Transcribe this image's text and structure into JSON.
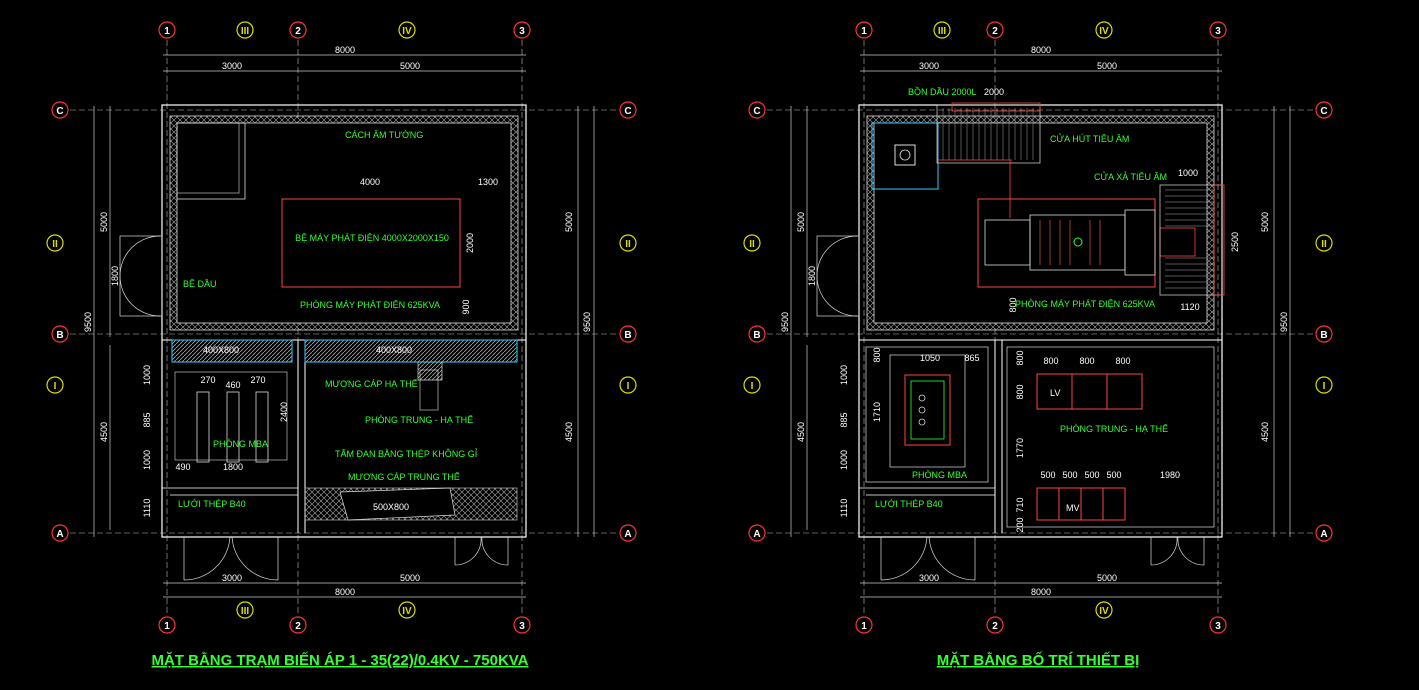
{
  "plan_left": {
    "title": "MẶT BẰNG TRẠM BIẾN ÁP 1 - 35(22)/0.4KV - 750KVA",
    "labels": {
      "wall": "CÁCH ÂM TƯỜNG",
      "base": "BỆ MÁY PHÁT ĐIỆN 4000X2000X150",
      "oil_tank": "BỂ DẦU",
      "gen_room": "PHÒNG MÁY PHÁT ĐIỆN 625KVA",
      "trench1": "400X800",
      "trench2": "400X800",
      "lv_trench": "MƯƠNG CÁP HẠ THẾ",
      "mv_lv_room": "PHÒNG TRUNG -  HẠ THẾ",
      "mba_room": "PHÒNG MBA",
      "steel_plate": "TẤM ĐAN BẰNG THÉP KHÔNG GỈ",
      "mv_trench": "MƯƠNG CÁP TRUNG THẾ",
      "trench3": "500X800",
      "grid": "LƯỚI THÉP B40"
    },
    "dims": {
      "top_total": "8000",
      "top_a": "3000",
      "top_b": "5000",
      "bot_total": "8000",
      "bot_a": "3000",
      "bot_b": "5000",
      "left_total": "9500",
      "left_upper": "5000",
      "left_lower": "4500",
      "door": "1800",
      "l1": "1000",
      "l2": "885",
      "l3": "1000",
      "l4": "1110",
      "right_total": "9500",
      "right_upper": "5000",
      "right_lower": "4500",
      "base_w": "4000",
      "base_gap": "1300",
      "base_h": "2000",
      "base_off": "900",
      "mba_a": "270",
      "mba_b": "460",
      "mba_c": "270",
      "mba_d": "490",
      "mba_e": "1800",
      "mba_f": "2400"
    }
  },
  "plan_right": {
    "title": "MẶT BẰNG BỐ TRÍ THIẾT BỊ",
    "labels": {
      "oil_tank": "BỒN DẦU 2000L",
      "intake": "CỬA HÚT TIÊU ÂM",
      "exhaust": "CỬA XẢ TIÊU ÂM",
      "gen_room": "PHÒNG MÁY PHÁT ĐIỆN 625KVA",
      "mba_room": "PHÒNG MBA",
      "mv_lv_room": "PHÒNG TRUNG -  HẠ THẾ",
      "lv": "LV",
      "mv": "MV",
      "grid": "LƯỚI THÉP B40"
    },
    "dims": {
      "top_total": "8000",
      "top_a": "3000",
      "top_b": "5000",
      "bot_total": "8000",
      "bot_a": "3000",
      "bot_b": "5000",
      "left_total": "9500",
      "left_upper": "5000",
      "left_lower": "4500",
      "door": "1800",
      "l1": "1000",
      "l2": "885",
      "l3": "1000",
      "l4": "1110",
      "right_total": "9500",
      "right_upper": "5000",
      "right_lower": "4500",
      "tank": "2000",
      "exh": "1000",
      "exh_h": "2500",
      "exh_w": "1120",
      "gen_off": "800",
      "m1": "800",
      "m2": "1710",
      "m3": "1050",
      "m4": "865",
      "lv_a": "800",
      "lv_b": "800",
      "lv_c": "800",
      "lv_h1": "800",
      "lv_h2": "800",
      "lv_h3": "1770",
      "mv_a": "500",
      "mv_b": "500",
      "mv_c": "500",
      "mv_d": "500",
      "mv_e": "1980",
      "mv_h1": "710",
      "mv_h2": "200"
    }
  },
  "grid_ids": {
    "c1": "1",
    "c2": "2",
    "c3": "3",
    "c4": "III",
    "c5": "IV",
    "r1": "C",
    "r2": "B",
    "r3": "A",
    "r4": "II",
    "r5": "I"
  }
}
